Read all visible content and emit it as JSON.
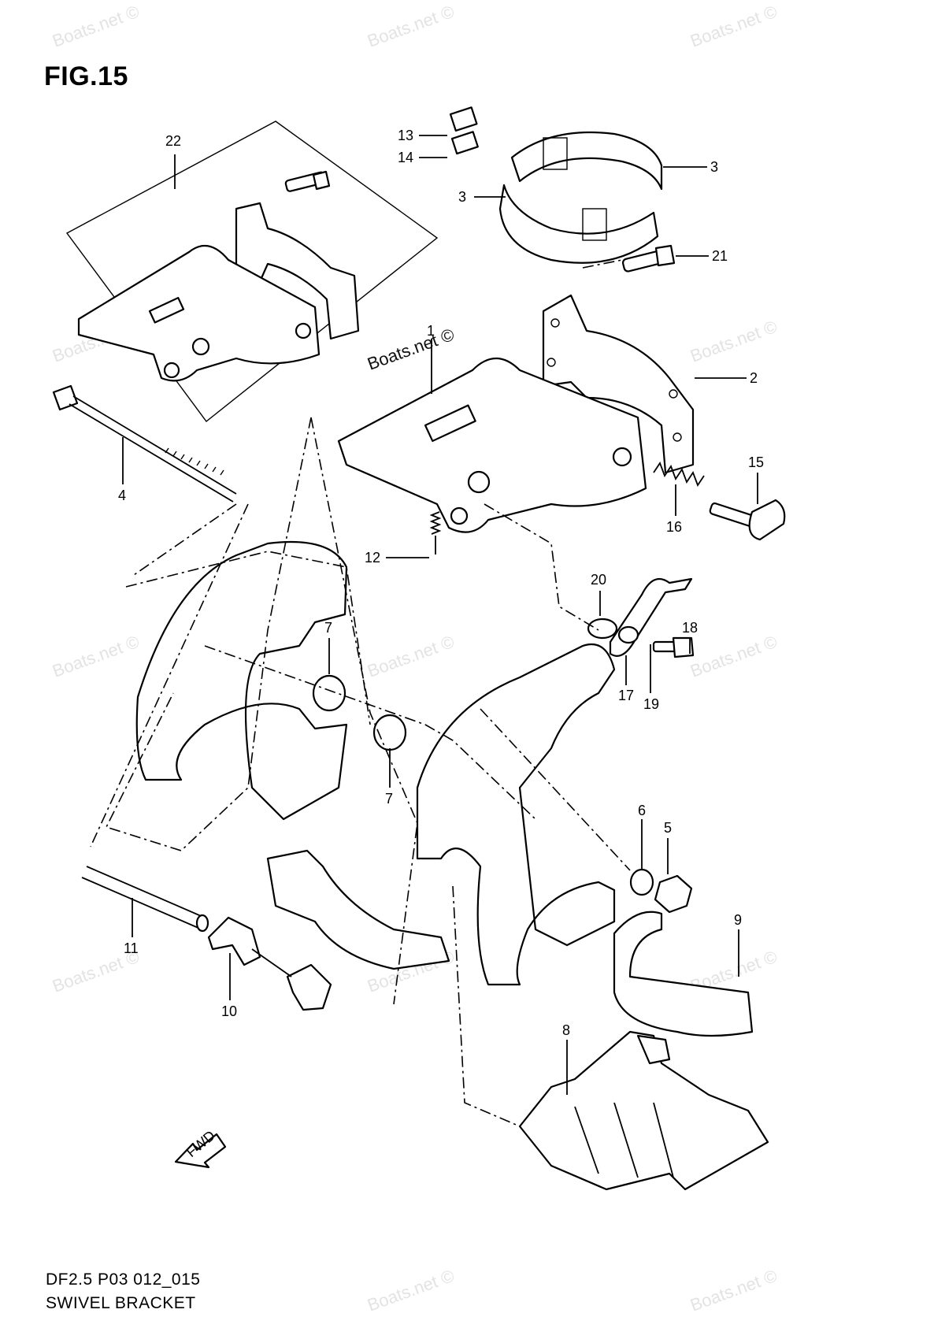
{
  "figure": {
    "title": "FIG.15",
    "diagram_code": "DF2.5 P03 012_015",
    "diagram_name": "SWIVEL BRACKET",
    "fwd_label": "FWD",
    "watermark_primary": "Boats.net ©",
    "watermark": "Boats.net ©"
  },
  "callouts": [
    "22",
    "13",
    "14",
    "3",
    "3",
    "21",
    "1",
    "2",
    "15",
    "16",
    "4",
    "12",
    "20",
    "18",
    "17",
    "19",
    "7",
    "7",
    "6",
    "5",
    "9",
    "11",
    "10",
    "8"
  ]
}
